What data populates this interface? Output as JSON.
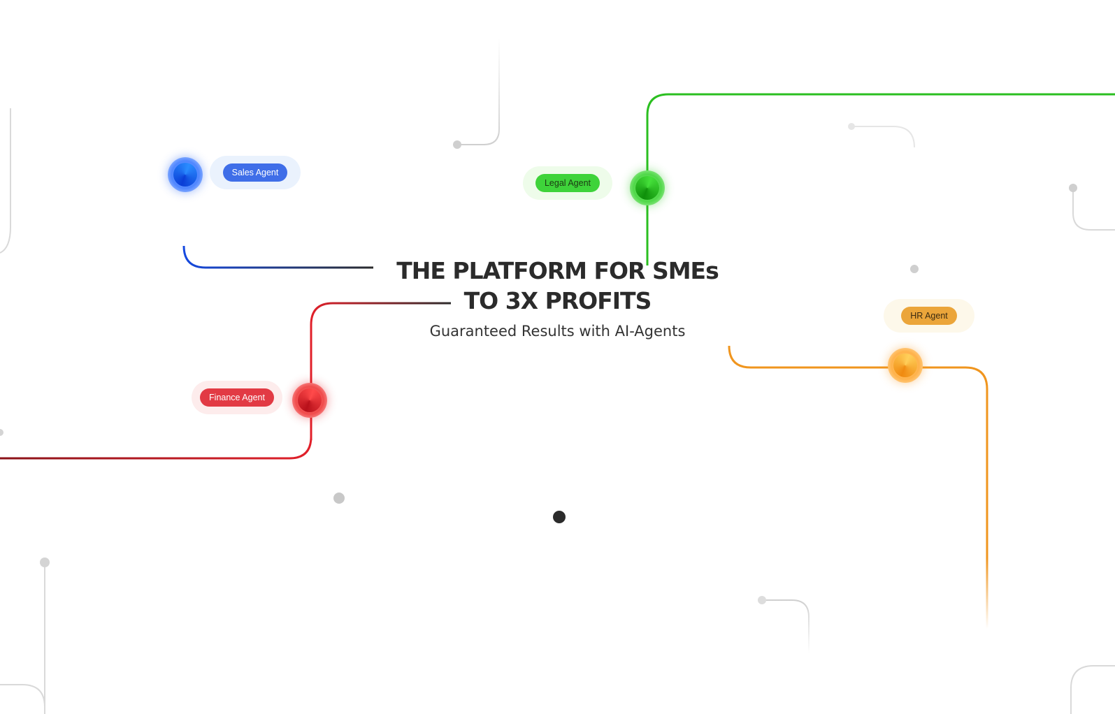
{
  "hero": {
    "title_line1": "THE PLATFORM FOR SMEs",
    "title_line2": "TO 3X PROFITS",
    "subtitle": "Guaranteed Results with AI-Agents"
  },
  "agents": [
    {
      "id": "sales",
      "label": "Sales Agent",
      "color": "#1f4fd6",
      "pill_bg": "#3f6ee8",
      "pill_text": "#ffffff",
      "halo": "#eaf2fd"
    },
    {
      "id": "legal",
      "label": "Legal Agent",
      "color": "#2bbf20",
      "pill_bg": "#3ed33a",
      "pill_text": "#1b3a12",
      "halo": "#eefcea"
    },
    {
      "id": "hr",
      "label": "HR Agent",
      "color": "#f0951e",
      "pill_bg": "#eba53a",
      "pill_text": "#3a2a10",
      "halo": "#fdf8ea"
    },
    {
      "id": "finance",
      "label": "Finance Agent",
      "color": "#e1202a",
      "pill_bg": "#e23a44",
      "pill_text": "#ffffff",
      "halo": "#fdecec"
    }
  ],
  "colors": {
    "background": "#ffffff",
    "text": "#2b2b2b",
    "decor_line": "#d9d9d9",
    "center_dot": "#2b2b2b"
  }
}
